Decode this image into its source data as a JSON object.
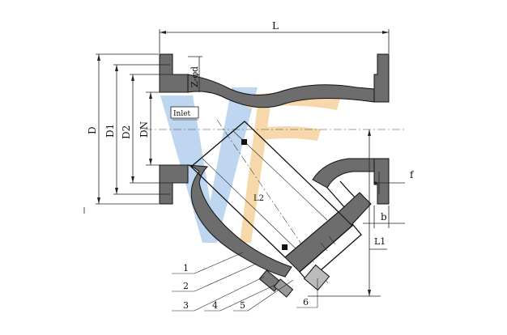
{
  "dimensions": {
    "length": "L",
    "bolt_holes": "Z-φd",
    "flange_diameter": "D",
    "bolt_circle_diameter": "D1",
    "raised_face_diameter": "D2",
    "nominal_diameter": "DN",
    "raised_face_height": "f",
    "flange_thickness": "b",
    "screen_length": "L2",
    "height": "L1"
  },
  "labels": {
    "inlet": "Inlet"
  },
  "parts": [
    "1",
    "2",
    "3",
    "4",
    "5",
    "6"
  ],
  "watermark": {
    "text": "VF",
    "colors": [
      "#9fc3e6",
      "#f4c98a"
    ]
  }
}
